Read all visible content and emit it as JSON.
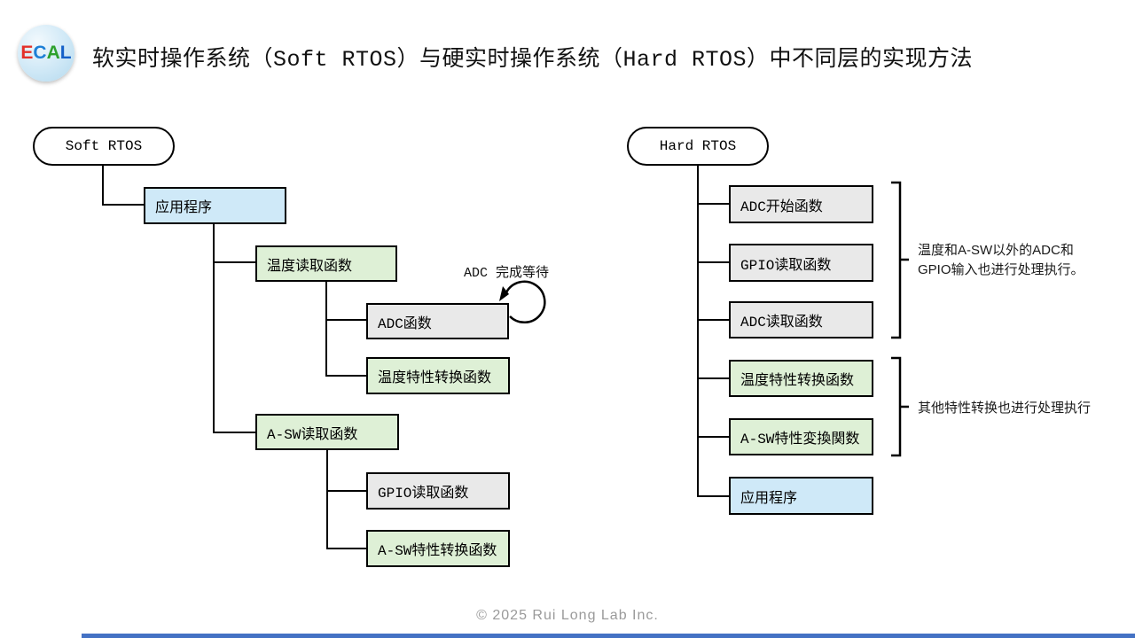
{
  "logo": {
    "letters": [
      {
        "t": "E",
        "color": "#e3302a"
      },
      {
        "t": "C",
        "color": "#1d7fd6"
      },
      {
        "t": "A",
        "color": "#2ea12e"
      },
      {
        "t": "L",
        "color": "#1460c8"
      }
    ]
  },
  "header": {
    "title": "软实时操作系统（Soft RTOS）与硬实时操作系统（Hard RTOS）中不同层的实现方法"
  },
  "soft_tree": {
    "root": "Soft RTOS",
    "app": "应用程序",
    "temp_read": "温度读取函数",
    "adc_func": "ADC函数",
    "adc_loop_note": "ADC 完成等待",
    "temp_conv": "温度特性转换函数",
    "asw_read": "A-SW读取函数",
    "gpio_read": "GPIO读取函数",
    "asw_conv": "A-SW特性转换函数"
  },
  "hard_tree": {
    "root": "Hard RTOS",
    "adc_start": "ADC开始函数",
    "gpio_read": "GPIO读取函数",
    "adc_read": "ADC读取函数",
    "temp_conv": "温度特性转换函数",
    "asw_conv": "A-SW特性変換関数",
    "app": "应用程序",
    "note_adc_gpio_line1": "温度和A-SW以外的ADC和",
    "note_adc_gpio_line2": "GPIO输入也进行处理执行。",
    "note_conv": "其他特性转换也进行处理执行"
  },
  "footer": {
    "copyright": "© 2025 Rui Long Lab Inc."
  },
  "colors": {
    "node_blue": "#cfe9f8",
    "node_green": "#def0d6",
    "node_gray": "#e9e9e9",
    "node_border": "#000000",
    "accent_bar": "#4472c4",
    "footer_text": "#9a9a9a"
  }
}
